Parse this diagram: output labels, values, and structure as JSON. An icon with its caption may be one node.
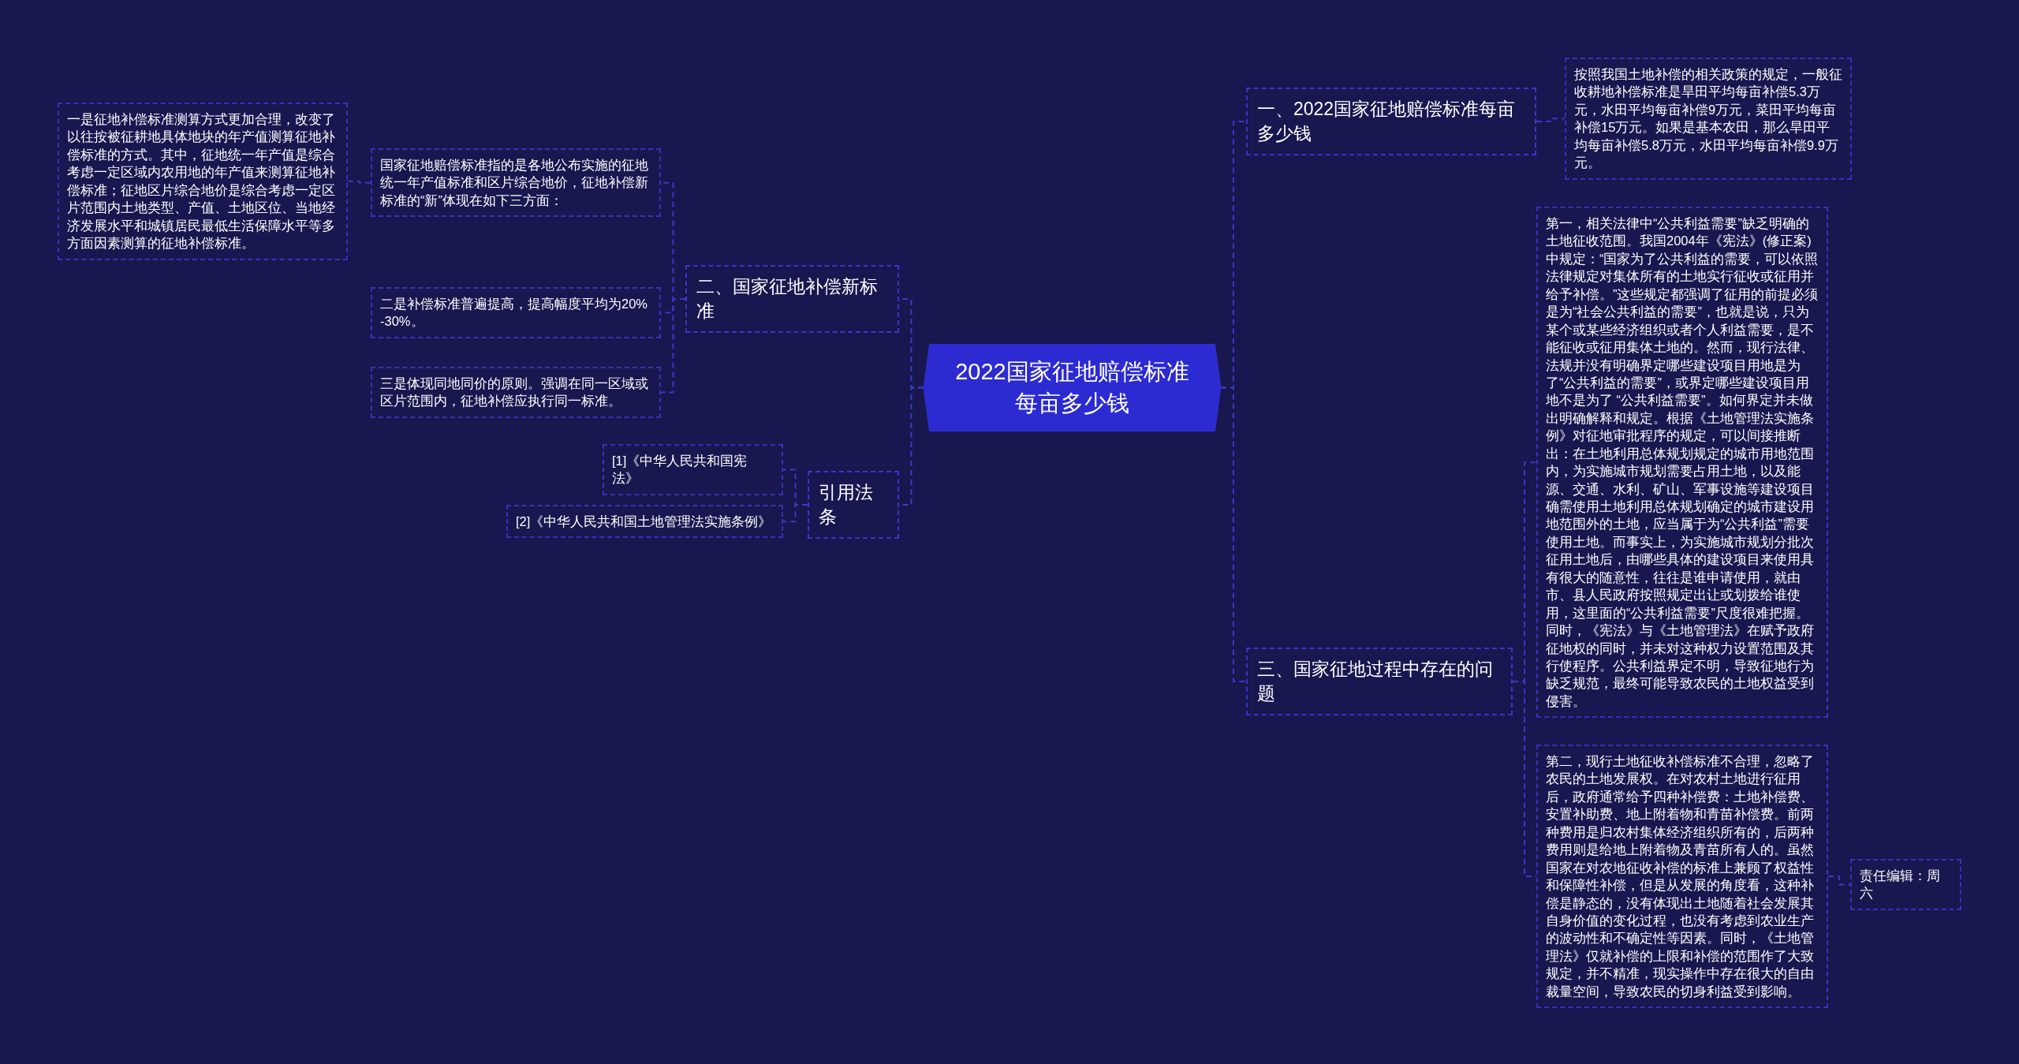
{
  "diagram": {
    "nodes": [
      {
        "text": [
          "2022国家征地赔偿标准每亩多少钱"
        ]
      },
      {
        "text": [
          "一、2022国家征地赔偿标准每亩多少钱"
        ]
      },
      {
        "text": [
          "按照我国土地补偿的相关政策的规定，一般征收耕地补偿标准是旱田平均每亩补偿5.3万元，水田平均每亩补偿9万元，菜田平均每亩补偿15万元。如果是基本农田，那么旱田平均每亩补偿5.8万元，水田平均每亩补偿9.9万元。"
        ]
      },
      {
        "text": [
          "二、国家征地补偿新标准"
        ]
      },
      {
        "text": [
          "国家征地赔偿标准指的是各地公布实施的征地统一年产值标准和区片综合地价，征地补偿新标准的“新”体现在如下三方面："
        ]
      },
      {
        "text": [
          "一是征地补偿标准测算方式更加合理，改变了以往按被征耕地具体地块的年产值测算征地补偿标准的方式。其中，征地统一年产值是综合考虑一定区域内农用地的年产值来测算征地补偿标准；征地区片综合地价是综合考虑一定区片范围内土地类型、产值、土地区位、当地经济发展水平和城镇居民最低生活保障水平等多方面因素测算的征地补偿标准。"
        ]
      },
      {
        "text": [
          "二是补偿标准普遍提高，提高幅度平均为20%-30%。"
        ]
      },
      {
        "text": [
          "三是体现同地同价的原则。强调在同一区域或区片范围内，征地补偿应执行同一标准。"
        ]
      },
      {
        "text": [
          "三、国家征地过程中存在的问题"
        ]
      },
      {
        "text": [
          "第一，相关法律中“公共利益需要”缺乏明确的土地征收范围。我国2004年《宪法》(修正案)中规定：“国家为了公共利益的需要，可以依照法律规定对集体所有的土地实行征收或征用并给予补偿。”这些规定都强调了征用的前提必须是为“社会公共利益的需要”，也就是说，只为某个或某些经济组织或者个人利益需要，是不能征收或征用集体土地的。然而，现行法律、法规并没有明确界定哪些建设项目用地是为了“公共利益的需要”，或界定哪些建设项目用地不是为了 “公共利益需要”。如何界定并未做出明确解释和规定。根据《土地管理法实施条例》对征地审批程序的规定，可以间接推断出：在土地利用总体规划规定的城市用地范围内，为实施城市规划需要占用土地，以及能源、交通、水利、矿山、军事设施等建设项目确需使用土地利用总体规划确定的城市建设用地范围外的土地，应当属于为“公共利益”需要使用土地。而事实上，为实施城市规划分批次征用土地后，由哪些具体的建设项目来使用具有很大的随意性，往往是谁申请使用，就由市、县人民政府按照规定出让或划拨给谁使用，这里面的“公共利益需要”尺度很难把握。同时，《宪法》与《土地管理法》在赋予政府征地权的同时，并未对这种权力设置范围及其行使程序。公共利益界定不明，导致征地行为缺乏规范，最终可能导致农民的土地权益受到侵害。"
        ]
      },
      {
        "text": [
          "第二，现行土地征收补偿标准不合理，忽略了农民的土地发展权。在对农村土地进行征用后，政府通常给予四种补偿费：土地补偿费、安置补助费、地上附着物和青苗补偿费。前两种费用是归农村集体经济组织所有的，后两种费用则是给地上附着物及青苗所有人的。虽然国家在对农地征收补偿的标准上兼顾了权益性和保障性补偿，但是从发展的角度看，这种补偿是静态的，没有体现出土地随着社会发展其自身价值的变化过程，也没有考虑到农业生产的波动性和不确定性等因素。同时，《土地管理法》仅就补偿的上限和补偿的范围作了大致规定，并不精准，现实操作中存在很大的自由裁量空间，导致农民的切身利益受到影响。"
        ]
      },
      {
        "text": [
          "责任编辑：周六"
        ]
      },
      {
        "text": [
          "引用法条"
        ]
      },
      {
        "text": [
          "[1]《中华人民共和国宪法》"
        ]
      },
      {
        "text": [
          "[2]《中华人民共和国土地管理法实施条例》"
        ]
      }
    ],
    "edges": [
      {
        "from": 0,
        "to": 1,
        "arrow": "none"
      },
      {
        "from": 1,
        "to": 2,
        "arrow": "none"
      },
      {
        "from": 0,
        "to": 3,
        "arrow": "none"
      },
      {
        "from": 3,
        "to": 4,
        "arrow": "none"
      },
      {
        "from": 4,
        "to": 5,
        "arrow": "none"
      },
      {
        "from": 3,
        "to": 6,
        "arrow": "none"
      },
      {
        "from": 3,
        "to": 7,
        "arrow": "none"
      },
      {
        "from": 0,
        "to": 8,
        "arrow": "none"
      },
      {
        "from": 8,
        "to": 9,
        "arrow": "none"
      },
      {
        "from": 8,
        "to": 10,
        "arrow": "none"
      },
      {
        "from": 10,
        "to": 11,
        "arrow": "none"
      },
      {
        "from": 0,
        "to": 12,
        "arrow": "none"
      },
      {
        "from": 12,
        "to": 13,
        "arrow": "none"
      },
      {
        "from": 12,
        "to": 14,
        "arrow": "none"
      }
    ]
  }
}
